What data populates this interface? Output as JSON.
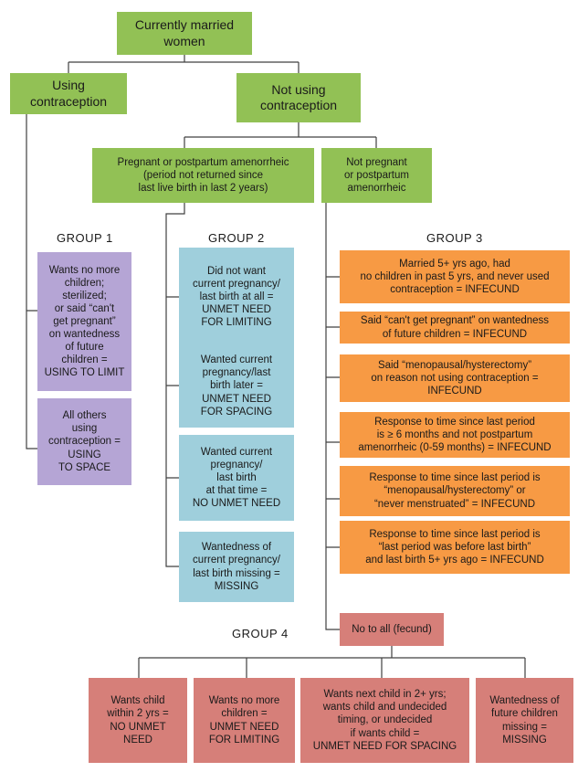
{
  "colors": {
    "green": "#92c155",
    "purple": "#b5a5d5",
    "blue": "#9fcfdc",
    "orange": "#f79a44",
    "red": "#d67f79",
    "line": "#404040"
  },
  "nodes": {
    "root": "Currently married\nwomen",
    "using": "Using\ncontraception",
    "not_using": "Not using\ncontraception",
    "pregnant": "Pregnant or postpartum amenorrheic\n(period not returned since\nlast live birth in last 2 years)",
    "not_pregnant": "Not pregnant\nor postpartum\namenorrheic",
    "fecund": "No to all (fecund)"
  },
  "groups": {
    "g1": "GROUP 1",
    "g2": "GROUP 2",
    "g3": "GROUP 3",
    "g4": "GROUP 4"
  },
  "group1": [
    "Wants no more\nchildren;\nsterilized;\nor said “can't\nget pregnant”\non wantedness\nof future\nchildren =\nUSING TO LIMIT",
    "All others\nusing\ncontraception =\nUSING\nTO SPACE"
  ],
  "group2": [
    "Did not want\ncurrent pregnancy/\nlast birth at all =\nUNMET NEED\nFOR LIMITING",
    "Wanted current\npregnancy/last\nbirth later =\nUNMET NEED\nFOR SPACING",
    "Wanted current\npregnancy/\nlast birth\nat that time =\nNO UNMET NEED",
    "Wantedness of\ncurrent pregnancy/\nlast birth missing =\nMISSING"
  ],
  "group3": [
    "Married 5+ yrs ago, had\nno children in past 5 yrs, and never used\ncontraception = INFECUND",
    "Said “can't get pregnant” on wantedness\nof future children = INFECUND",
    "Said “menopausal/hysterectomy”\non reason not using contraception =\nINFECUND",
    "Response to time since last period\nis ≥ 6 months and not postpartum\namenorrheic (0-59 months) = INFECUND",
    "Response to time since last period is\n“menopausal/hysterectomy” or\n“never menstruated” = INFECUND",
    "Response to time since last period is\n“last period was before last birth”\nand last birth 5+ yrs ago = INFECUND"
  ],
  "group4": [
    "Wants child\nwithin 2 yrs =\nNO UNMET\nNEED",
    "Wants no more\nchildren =\nUNMET NEED\nFOR LIMITING",
    "Wants next child in 2+ yrs;\nwants child and undecided\ntiming, or undecided\nif wants child =\nUNMET NEED  FOR SPACING",
    "Wantedness of\nfuture children\nmissing =\nMISSING"
  ]
}
